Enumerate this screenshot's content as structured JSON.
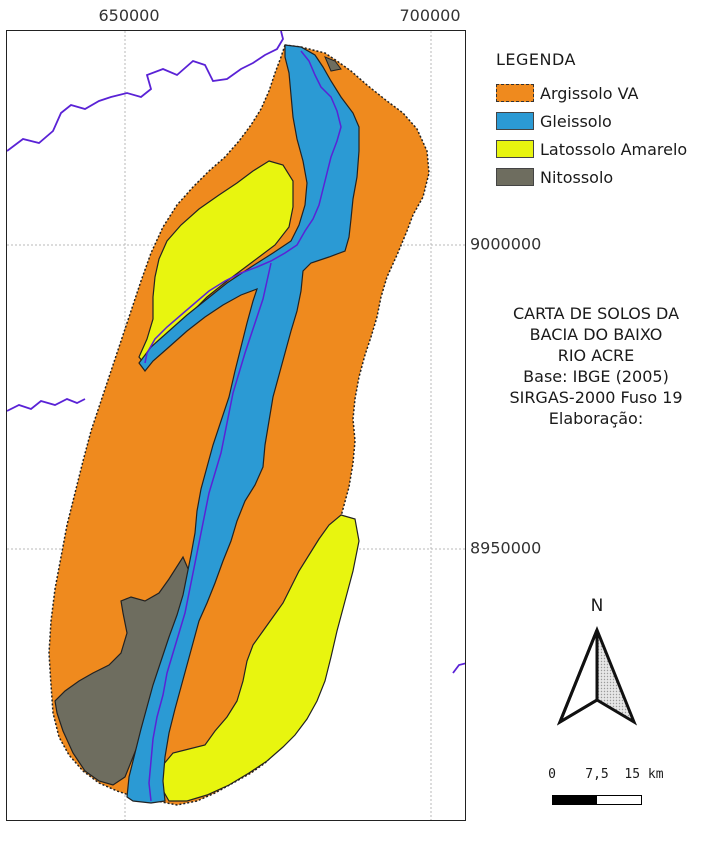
{
  "map": {
    "grid": {
      "x_labels": [
        "650000",
        "700000"
      ],
      "y_labels": [
        "9000000",
        "8950000"
      ]
    },
    "colors": {
      "argissolo": "#ef8a1e",
      "gleissolo": "#2b9ad4",
      "latossolo": "#e8f50f",
      "nitossolo": "#6e6d5f",
      "river": "#5a22d6",
      "grid": "#b9b9b9"
    }
  },
  "legend": {
    "title": "LEGENDA",
    "items": [
      {
        "label": "Argissolo VA",
        "color": "#ef8a1e"
      },
      {
        "label": "Gleissolo",
        "color": "#2b9ad4"
      },
      {
        "label": "Latossolo Amarelo",
        "color": "#e8f50f"
      },
      {
        "label": "Nitossolo",
        "color": "#6e6d5f"
      }
    ]
  },
  "info": {
    "line1": "CARTA DE SOLOS DA",
    "line2": "BACIA DO BAIXO",
    "line3": "RIO ACRE",
    "line4": "Base: IBGE (2005)",
    "line5": "SIRGAS-2000 Fuso 19",
    "line6": "Elaboração:"
  },
  "north_arrow": {
    "label": "N",
    "icon": "north-arrow-icon"
  },
  "scale_bar": {
    "ticks": [
      "0",
      "7,5",
      "15 km"
    ]
  }
}
